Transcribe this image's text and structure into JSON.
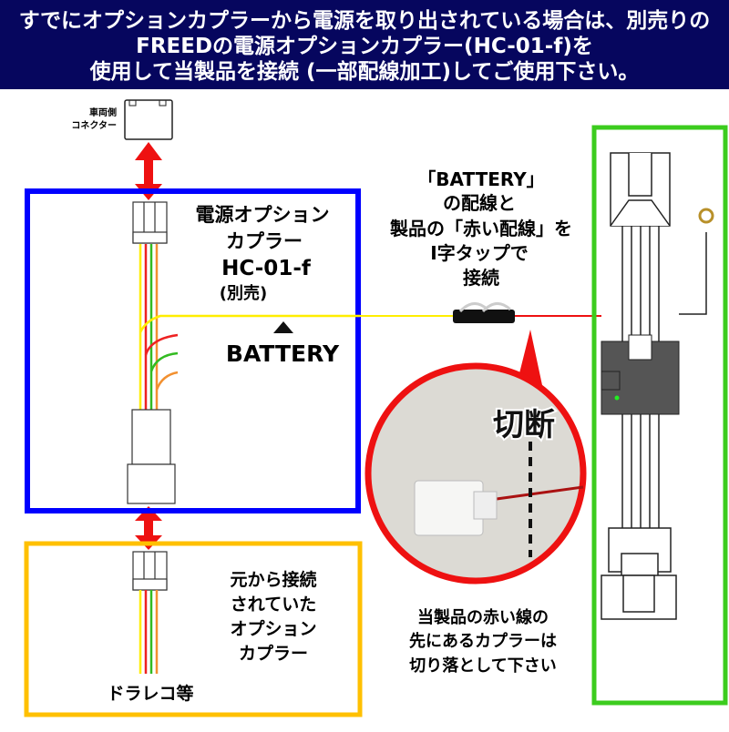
{
  "header": {
    "line1": "すでにオプションカプラーから電源を取り出されている場合は、別売りの",
    "line2": "FREEDの電源オプションカプラー(HC-01-f)を",
    "line3": "使用して当製品を接続 (一部配線加工)してご使用下さい。"
  },
  "vehicle_connector": {
    "line1": "車両側",
    "line2": "コネクター"
  },
  "option_coupler": {
    "line1": "電源オプション",
    "line2": "カプラー",
    "line3": "HC-01-f",
    "line4": "(別売)"
  },
  "battery_label": "BATTERY",
  "tap_note": {
    "line1": "「BATTERY」",
    "line2": "の配線と",
    "line3": "製品の「赤い配線」を",
    "line4": "I字タップで",
    "line5": "接続"
  },
  "cut_label": "切断",
  "original_coupler": {
    "line1": "元から接続",
    "line2": "されていた",
    "line3": "オプション",
    "line4": "カプラー"
  },
  "dashcam_label": "ドラレコ等",
  "cut_note": {
    "line1": "当製品の赤い線の",
    "line2": "先にあるカプラーは",
    "line3": "切り落として下さい"
  },
  "colors": {
    "header_bg": "#06065e",
    "blue_box": "#0000ff",
    "orange_box": "#ffc000",
    "green_box": "#3ccc1e",
    "red": "#ee1111"
  }
}
